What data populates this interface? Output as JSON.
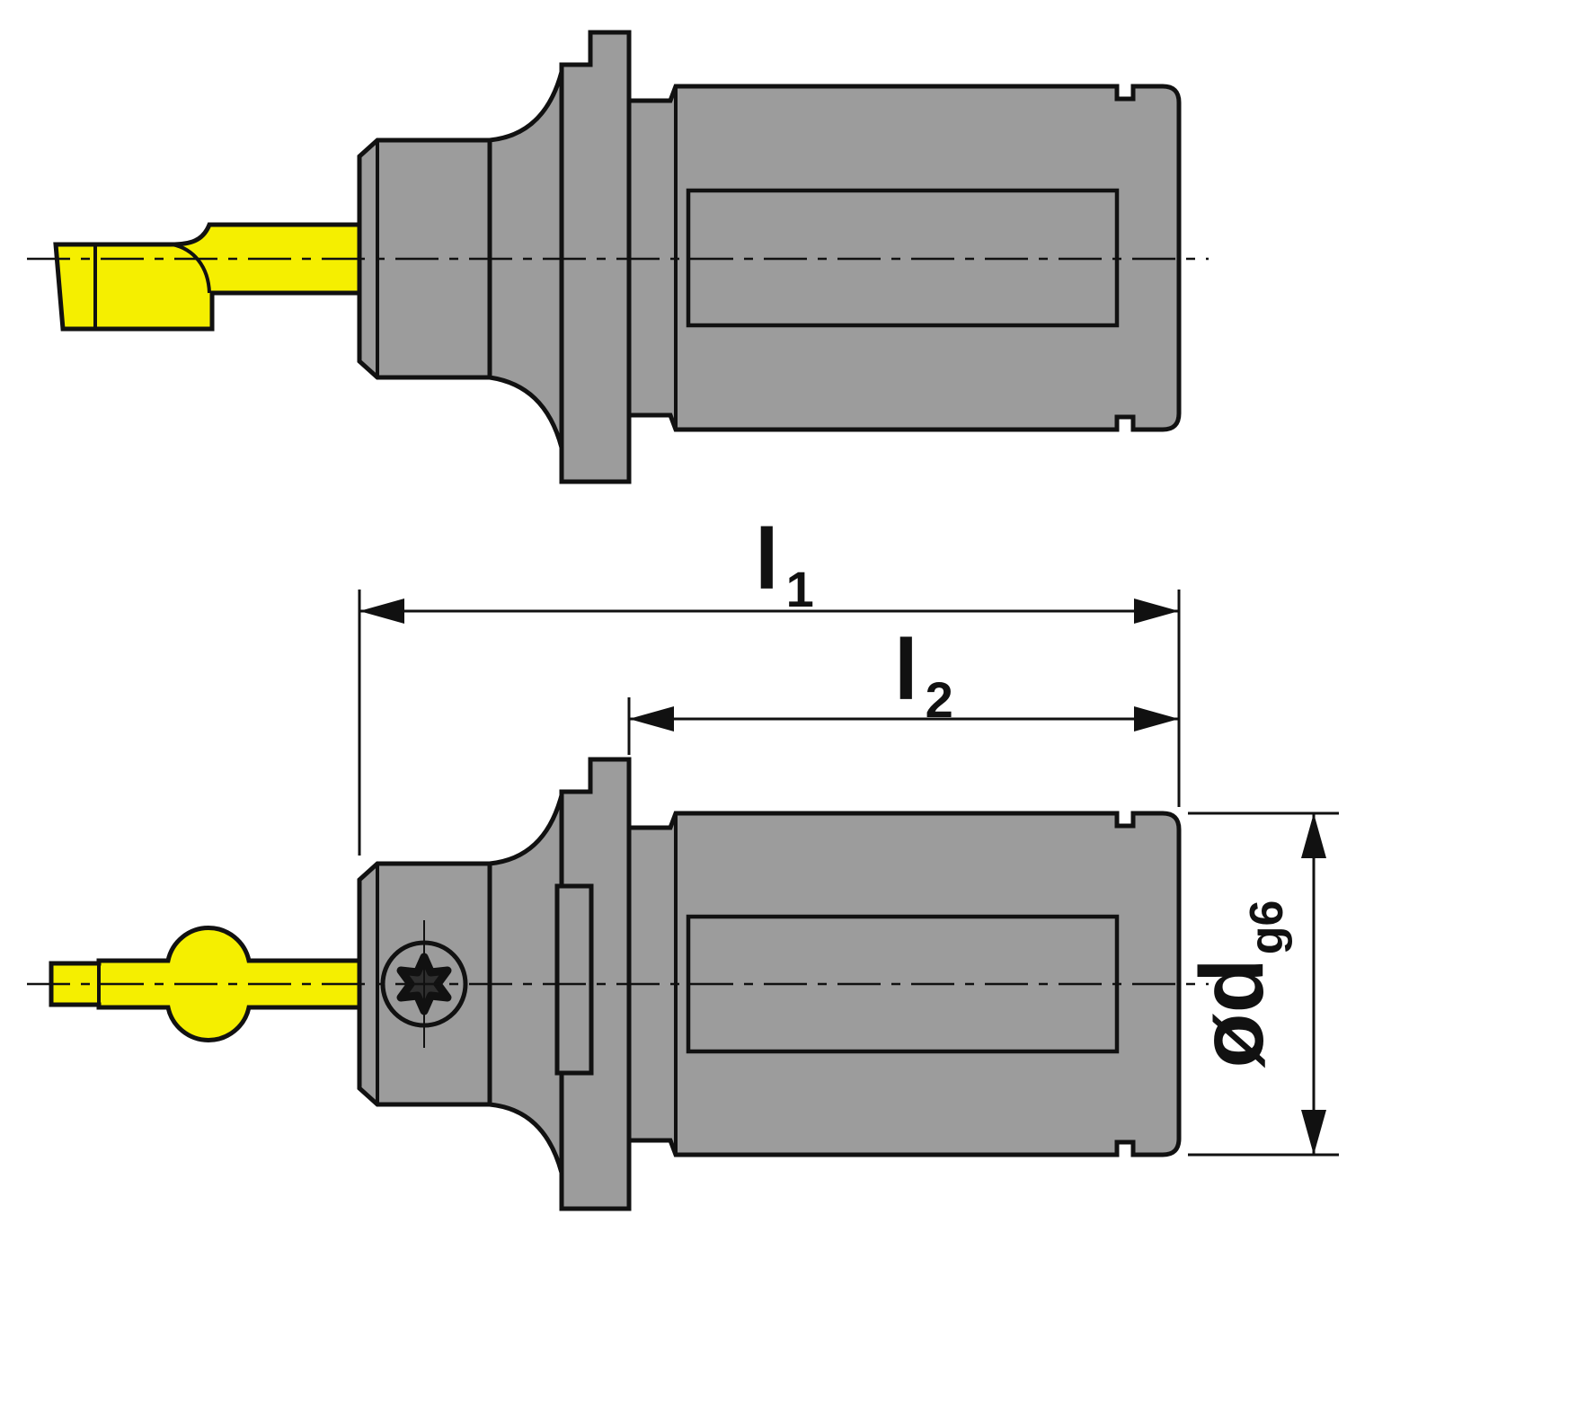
{
  "drawing": {
    "dimensions": {
      "l1": {
        "main": "l",
        "sub": "1"
      },
      "l2": {
        "main": "l",
        "sub": "2"
      },
      "d": {
        "main": "ød",
        "sub": "g6"
      }
    },
    "colors": {
      "body_gray": "#9c9c9c",
      "tool_yellow": "#f5ef00",
      "outline": "#111111",
      "screw_dark": "#2e2e2e",
      "background": "#ffffff"
    }
  }
}
